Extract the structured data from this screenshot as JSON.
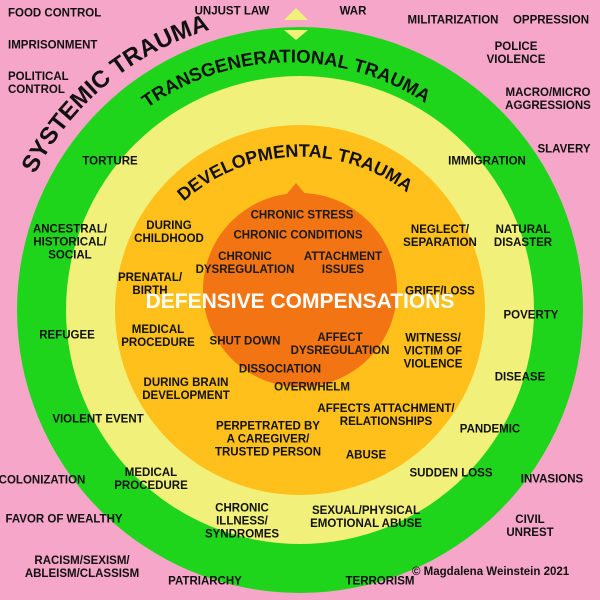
{
  "ring_titles": {
    "systemic": "SYSTEMIC TRAUMA",
    "transgenerational": "TRANSGENERATIONAL TRAUMA",
    "developmental": "DEVELOPMENTAL TRAUMA"
  },
  "center_title": "DEFENSIVE\nCOMPENSATIONS",
  "systemic_items": [
    "FOOD CONTROL",
    "IMPRISONMENT",
    "POLITICAL\nCONTROL",
    "UNJUST LAW",
    "WAR",
    "MILITARIZATION",
    "OPPRESSION",
    "POLICE VIOLENCE",
    "MACRO/MICRO\nAGGRESSIONS",
    "SLAVERY",
    "INVASIONS",
    "CIVIL UNREST",
    "TERRORISM",
    "PATRIARCHY",
    "RACISM/SEXISM/\nABLEISM/CLASSISM",
    "FAVOR OF WEALTHY",
    "COLONIZATION"
  ],
  "transgenerational_items": [
    "TORTURE",
    "IMMIGRATION",
    "ANCESTRAL/\nHISTORICAL/\nSOCIAL",
    "NATURAL\nDISASTER",
    "REFUGEE",
    "POVERTY",
    "DISEASE",
    "VIOLENT EVENT",
    "PANDEMIC",
    "SUDDEN LOSS",
    "MEDICAL\nPROCEDURE",
    "CHRONIC\nILLNESS/\nSYNDROMES",
    "SEXUAL/PHYSICAL\nEMOTIONAL ABUSE"
  ],
  "developmental_items": [
    "DURING\nCHILDHOOD",
    "NEGLECT/\nSEPARATION",
    "PRENATAL/\nBIRTH",
    "GRIEF/LOSS",
    "MEDICAL\nPROCEDURE",
    "WITNESS/\nVICTIM OF\nVIOLENCE",
    "DURING BRAIN\nDEVELOPMENT",
    "AFFECTS ATTACHMENT/\nRELATIONSHIPS",
    "PERPETRATED BY\nA CAREGIVER/\nTRUSTED PERSON",
    "ABUSE"
  ],
  "core_items": [
    "CHRONIC STRESS",
    "CHRONIC CONDITIONS",
    "CHRONIC\nDYSREGULATION",
    "ATTACHMENT\nISSUES",
    "SHUT DOWN",
    "AFFECT\nDYSREGULATION",
    "DISSOCIATION",
    "OVERWHELM"
  ],
  "credit": "© Magdalena Weinstein 2021",
  "colors": {
    "background": "#f6a6c9",
    "systemic_ring": "#1fd51c",
    "transgenerational_ring": "#f1f07a",
    "developmental_ring": "#ffc01b",
    "core": "#f37413",
    "arrow_markers": "#e8e85a"
  }
}
